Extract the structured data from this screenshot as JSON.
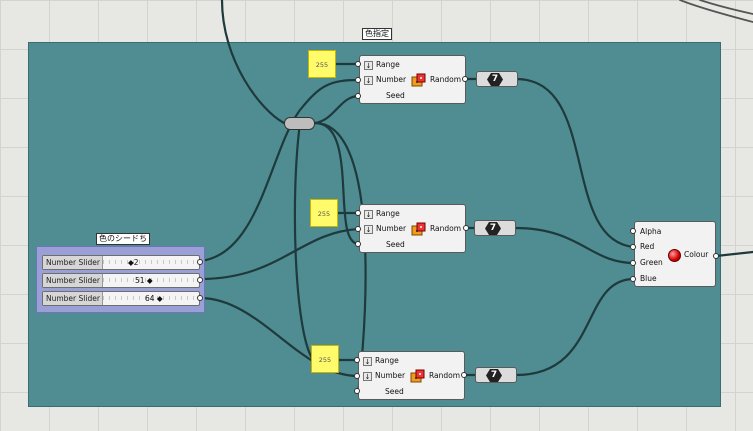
{
  "groups": {
    "main_title": "色指定",
    "slider_group_title": "色のシードち"
  },
  "sliders": [
    {
      "label": "Number Slider",
      "value": "2"
    },
    {
      "label": "Number Slider",
      "value": "51"
    },
    {
      "label": "Number Slider",
      "value": "64"
    }
  ],
  "panels": [
    {
      "text": "255"
    },
    {
      "text": "255"
    },
    {
      "text": "255"
    }
  ],
  "random_components": [
    {
      "input_range": "Range",
      "input_number": "Number",
      "input_seed": "Seed",
      "name": "Random"
    },
    {
      "input_range": "Range",
      "input_number": "Number",
      "input_seed": "Seed",
      "name": "Random"
    },
    {
      "input_range": "Range",
      "input_number": "Number",
      "input_seed": "Seed",
      "name": "Random"
    }
  ],
  "number_params": [
    {
      "icon": "7"
    },
    {
      "icon": "7"
    },
    {
      "icon": "7"
    }
  ],
  "colour_component": {
    "inputs": [
      "Alpha",
      "Red",
      "Green",
      "Blue"
    ],
    "output": "Colour"
  },
  "colors": {
    "group_fill": "#4f8d93",
    "slider_group_fill": "#9aa0d6",
    "panel_fill": "#fffb6b",
    "wire": "#1e3a3c",
    "canvas": "#e7e7e4"
  },
  "icons": {
    "random": "dice-icon",
    "number": "hexagon-number-icon",
    "colour": "red-sphere-icon",
    "relay": "relay-icon"
  }
}
